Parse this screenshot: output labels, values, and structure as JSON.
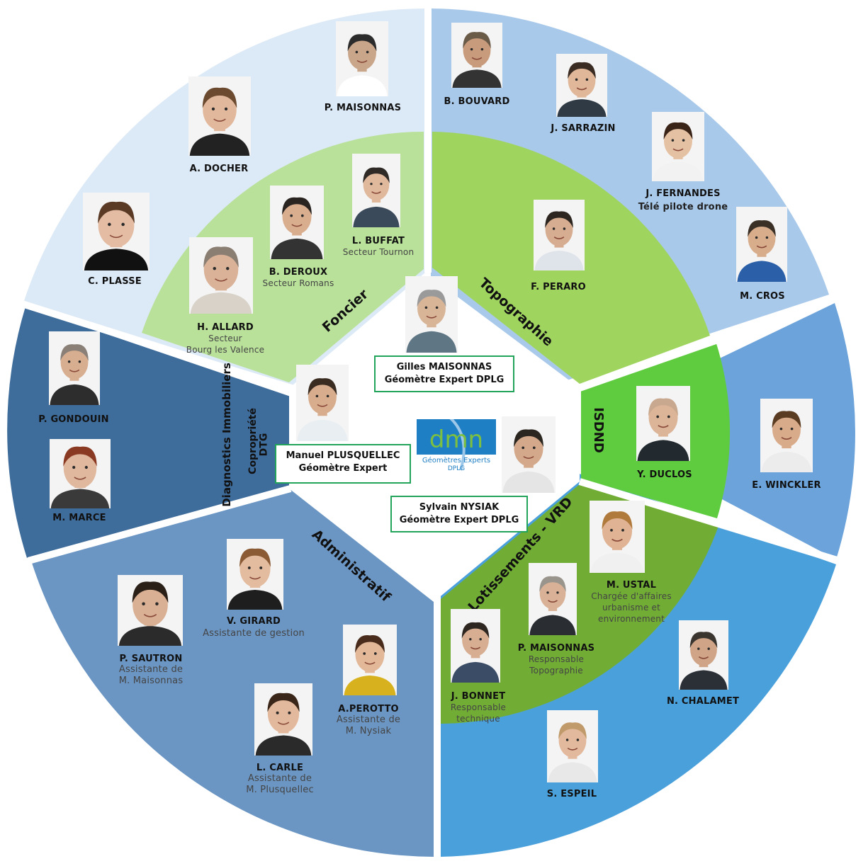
{
  "colors": {
    "foncier_outer": "#dce9f6",
    "foncier_inner": "#b9e19a",
    "topo_outer": "#a9c9ea",
    "topo_inner": "#9fd45f",
    "isdnd_outer": "#6ba3da",
    "isdnd_inner": "#5fcc3f",
    "lotissements_outer": "#4aa0db",
    "lotissements_inner": "#71ad35",
    "administratif": "#6b96c4",
    "diagnostics": "#3e6c9b",
    "center": "#ffffff",
    "box_border": "#22a55a",
    "logo_blue": "#1f7fc4",
    "logo_green": "#7dc040"
  },
  "sections": {
    "foncier": "Foncier",
    "topographie": "Topographie",
    "isdnd": "ISDND",
    "lotissements": "Lotissements - VRD",
    "administratif": "Administratif",
    "diagnostics": "Diagnostics Immobiliers",
    "copropriete": "Copropriété",
    "dtg": "DTG"
  },
  "leaders": {
    "gilles": {
      "name": "Gilles MAISONNAS",
      "title": "Géomètre Expert DPLG"
    },
    "manuel": {
      "name": "Manuel PLUSQUELLEC",
      "title": "Géomètre Expert"
    },
    "sylvain": {
      "name": "Sylvain NYSIAK",
      "title": "Géomètre Expert DPLG"
    }
  },
  "logo": {
    "letters": "dmn",
    "line1": "Géomètres Experts",
    "line2": "DPLG"
  },
  "people": {
    "p_maisonnas_top": {
      "name": "P. MAISONNAS"
    },
    "a_docher": {
      "name": "A. DOCHER"
    },
    "c_plasse": {
      "name": "C. PLASSE"
    },
    "l_buffat": {
      "name": "L. BUFFAT",
      "role": "Secteur Tournon"
    },
    "b_deroux": {
      "name": "B. DEROUX",
      "role": "Secteur Romans"
    },
    "h_allard": {
      "name": "H. ALLARD",
      "role1": "Secteur",
      "role2": "Bourg les Valence"
    },
    "b_bouvard": {
      "name": "B. BOUVARD"
    },
    "j_sarrazin": {
      "name": "J. SARRAZIN"
    },
    "j_fernandes": {
      "name": "J. FERNANDES",
      "role": "Télé pilote drone"
    },
    "m_cros": {
      "name": "M. CROS"
    },
    "f_peraro": {
      "name": "F. PERARO"
    },
    "y_duclos": {
      "name": "Y. DUCLOS"
    },
    "e_winckler": {
      "name": "E. WINCKLER"
    },
    "m_ustal": {
      "name": "M. USTAL",
      "role1": "Chargée d'affaires",
      "role2": "urbanisme et",
      "role3": "environnement"
    },
    "p_maisonnas_lot": {
      "name": "P. MAISONNAS",
      "role1": "Responsable",
      "role2": "Topographie"
    },
    "j_bonnet": {
      "name": "J. BONNET",
      "role1": "Responsable",
      "role2": "technique"
    },
    "n_chalamet": {
      "name": "N. CHALAMET"
    },
    "s_espeil": {
      "name": "S. ESPEIL"
    },
    "v_girard": {
      "name": "V. GIRARD",
      "role": "Assistante de gestion"
    },
    "p_sautron": {
      "name": "P. SAUTRON",
      "role1": "Assistante de",
      "role2": "M. Maisonnas"
    },
    "a_perotto": {
      "name": "A.PEROTTO",
      "role1": "Assistante de",
      "role2": "M. Nysiak"
    },
    "l_carle": {
      "name": "L. CARLE",
      "role1": "Assistante de",
      "role2": "M. Plusquellec"
    },
    "p_gondouin": {
      "name": "P. GONDOUIN"
    },
    "m_marce": {
      "name": "M. MARCE"
    }
  }
}
